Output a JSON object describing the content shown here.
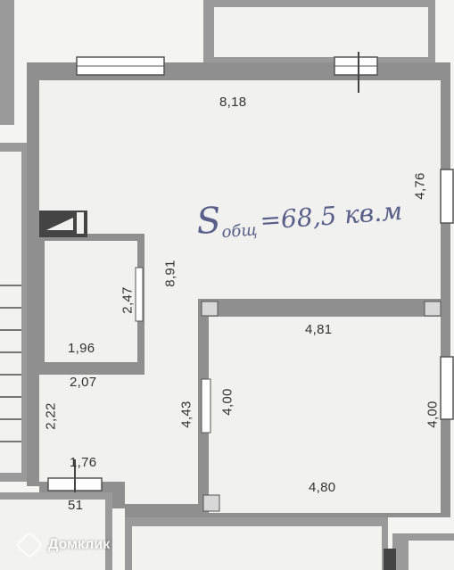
{
  "plan": {
    "total_area_label": "Sобщ = 68,5 кв.м",
    "area_prefix": "S",
    "area_subscript": "общ",
    "area_value": "=68,5 кв.м",
    "dimensions": {
      "main_room_width": "8,18",
      "main_room_right_height": "4,76",
      "main_room_height": "8,91",
      "bedroom_top": "4,81",
      "bedroom_left": "4,00",
      "bedroom_right": "4,00",
      "bedroom_bottom": "4,80",
      "hall_left": "4,43",
      "bathroom_height": "2,47",
      "bathroom_width": "1,96",
      "wc_top": "2,07",
      "wc_left": "2,22",
      "entrance_width": "1,76",
      "neighbor_partial": "51"
    }
  },
  "watermark": {
    "text": "Домклик"
  },
  "colors": {
    "wall": "#8f8f8f",
    "floor": "#f1f1ef",
    "window": "#ffffff",
    "ink": "#5a5f8a"
  }
}
